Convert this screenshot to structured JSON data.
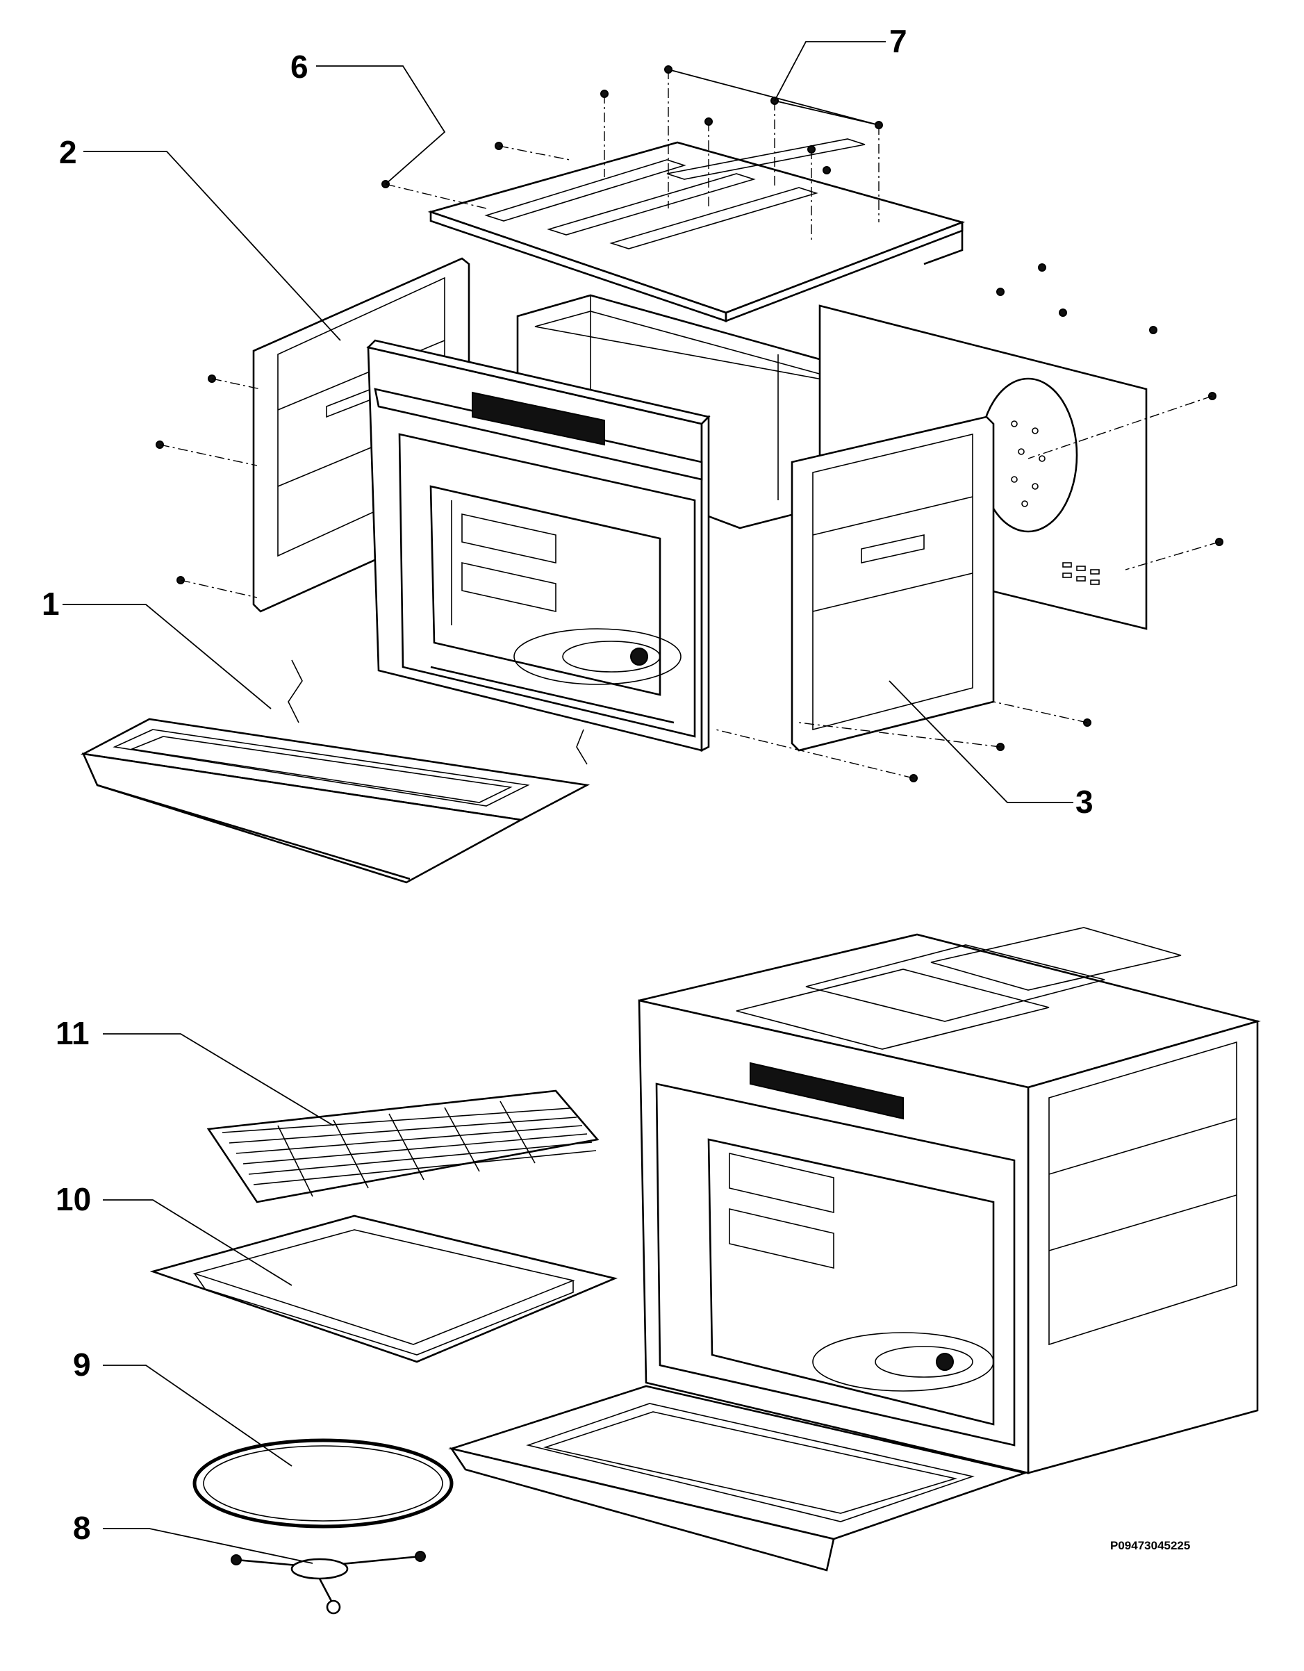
{
  "callouts": [
    {
      "id": "1",
      "label": "1"
    },
    {
      "id": "2",
      "label": "2"
    },
    {
      "id": "3",
      "label": "3"
    },
    {
      "id": "6",
      "label": "6"
    },
    {
      "id": "7",
      "label": "7"
    },
    {
      "id": "8",
      "label": "8"
    },
    {
      "id": "9",
      "label": "9"
    },
    {
      "id": "10",
      "label": "10"
    },
    {
      "id": "11",
      "label": "11"
    }
  ],
  "drawing_code": "P09473045225"
}
